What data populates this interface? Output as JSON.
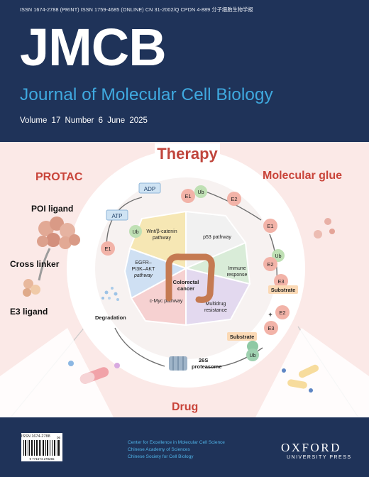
{
  "header": {
    "issn_line": "ISSN 1674-2788 (PRINT)   ISSN 1759-4685 (ONLINE)   CN 31-2002/Q   CPDN 4-889   分子细胞生物学报",
    "logo": "JMCB",
    "journal_title": "Journal of Molecular Cell Biology",
    "volume_line": "Volume  17   Number  6   June 2025"
  },
  "illustration": {
    "therapy": "Therapy",
    "protac": "PROTAC",
    "molecular_glue": "Molecular glue",
    "drug": "Drug",
    "poi_ligand": "POI ligand",
    "cross_linker": "Cross linker",
    "e3_ligand": "E3 ligand",
    "adp": "ADP",
    "atp": "ATP",
    "e1": "E1",
    "e2": "E2",
    "e3": "E3",
    "ub": "Ub",
    "substrate": "Substrate",
    "plus": "+",
    "degradation": "Degradation",
    "proteasome_line1": "26S",
    "proteasome_line2": "proteasome",
    "wnt_line1": "Wnt/β-catenin",
    "wnt_line2": "pathway",
    "p53": "p53 pathway",
    "immune_line1": "Immune",
    "immune_line2": "response",
    "multidrug_line1": "Multidrug",
    "multidrug_line2": "resistance",
    "cmyc": "c-Myc pathway",
    "egfr_line1": "EGFR–",
    "egfr_line2": "PI3K–AKT",
    "egfr_line3": "pathway",
    "colorectal_line1": "Colorectal",
    "colorectal_line2": "cancer",
    "colors": {
      "wnt": "#f6e7b4",
      "p53": "#f1f1f1",
      "immune": "#d9ecd8",
      "multidrug": "#e3d9ef",
      "cmyc": "#f6d1d1",
      "egfr": "#cfe0f3"
    }
  },
  "footer": {
    "issn_box": "ISSN 1674-2788",
    "barcode_number": "9 771674 278255",
    "issue_code": "06",
    "affiliations": [
      "Center for Excellence in Molecular Cell Science",
      "Chinese Academy of Sciences",
      "Chinese Society for Cell Biology"
    ],
    "publisher": "OXFORD",
    "publisher_sub": "UNIVERSITY PRESS"
  }
}
